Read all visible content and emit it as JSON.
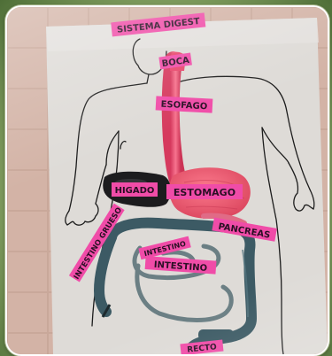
{
  "labels": {
    "title": "SISTEMA DIGEST",
    "boca": "BOCA",
    "esofago": "ESOFAGO",
    "higado": "HIGADO",
    "estomago": "ESTOMAGO",
    "pancreas": "PANCREAS",
    "intestino_grueso": "INTESTINO GRUESO",
    "intestino_delgado": "INTESTINO",
    "intestino_lower": "INTESTINO",
    "bottom": "RECTO"
  },
  "colors": {
    "label_pink": "#f04ca8",
    "esophagus_pink": "#ee4f74",
    "stomach_pink": "#f25a73",
    "liver_black": "#1c1c1e",
    "large_intestine_slate": "#3c5a64",
    "small_intestine_gray": "#6b7f84",
    "poster_paper": "#dddad6",
    "tile_wall": "#c9a89a"
  }
}
